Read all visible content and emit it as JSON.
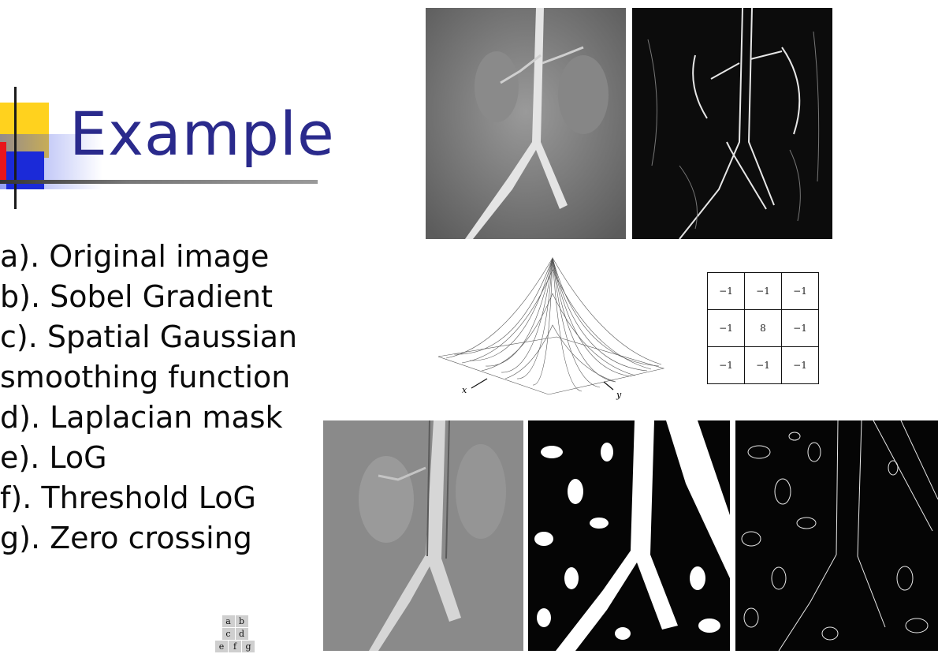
{
  "slide": {
    "title": "Example",
    "items": [
      "a). Original image",
      "b). Sobel Gradient",
      "c). Spatial Gaussian",
      "smoothing function",
      "d). Laplacian mask",
      "e). LoG",
      "f). Threshold LoG",
      "g). Zero crossing"
    ]
  },
  "gaussian_axes": {
    "x": "x",
    "y": "y"
  },
  "laplacian_mask": [
    [
      "−1",
      "−1",
      "−1"
    ],
    [
      "−1",
      "8",
      "−1"
    ],
    [
      "−1",
      "−1",
      "−1"
    ]
  ],
  "panel_legend": [
    [
      "a",
      "b"
    ],
    [
      "c",
      "d"
    ],
    [
      "e",
      "f",
      "g"
    ]
  ],
  "colors": {
    "title": "#2a2a8c",
    "accent_yellow": "#ffd21e",
    "accent_red": "#e8151b",
    "accent_blue": "#1b2ad8"
  }
}
